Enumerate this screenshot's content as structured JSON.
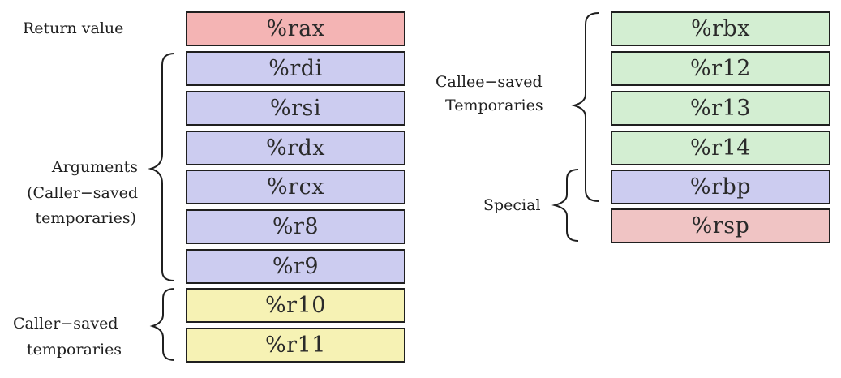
{
  "colors": {
    "red": "#f4b4b4",
    "blue": "#ccccf0",
    "yellow": "#f6f2b4",
    "green": "#d3eed2",
    "red_light": "#f0c4c4"
  },
  "left_registers": [
    {
      "name": "%rax",
      "color": "#f4b4b4"
    },
    {
      "name": "%rdi",
      "color": "#ccccf0"
    },
    {
      "name": "%rsi",
      "color": "#ccccf0"
    },
    {
      "name": "%rdx",
      "color": "#ccccf0"
    },
    {
      "name": "%rcx",
      "color": "#ccccf0"
    },
    {
      "name": "%r8",
      "color": "#ccccf0"
    },
    {
      "name": "%r9",
      "color": "#ccccf0"
    },
    {
      "name": "%r10",
      "color": "#f6f2b4"
    },
    {
      "name": "%r11",
      "color": "#f6f2b4"
    }
  ],
  "right_registers": [
    {
      "name": "%rbx",
      "color": "#d3eed2"
    },
    {
      "name": "%r12",
      "color": "#d3eed2"
    },
    {
      "name": "%r13",
      "color": "#d3eed2"
    },
    {
      "name": "%r14",
      "color": "#d3eed2"
    },
    {
      "name": "%rbp",
      "color": "#ccccf0"
    },
    {
      "name": "%rsp",
      "color": "#f0c4c4"
    }
  ],
  "labels": {
    "return_value": "Return value",
    "arguments": "Arguments",
    "arguments_sub1": "(Caller−saved",
    "arguments_sub2": "temporaries)",
    "caller_saved_1": "Caller−saved",
    "caller_saved_2": "temporaries",
    "callee_saved_1": "Callee−saved",
    "callee_saved_2": "Temporaries",
    "special": "Special"
  }
}
